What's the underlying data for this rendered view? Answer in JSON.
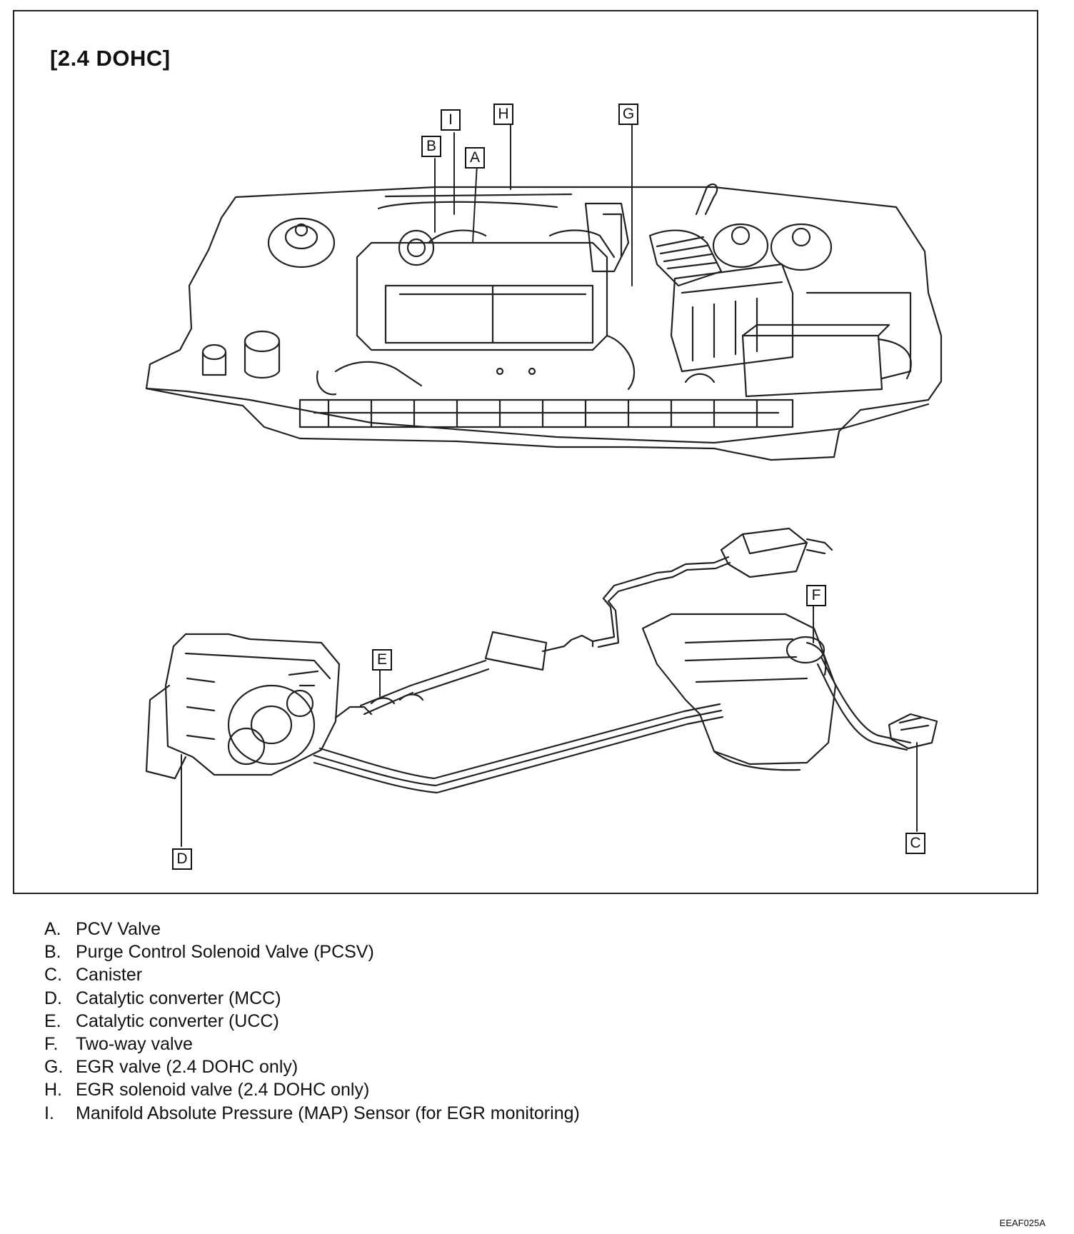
{
  "figure": {
    "title": "[2.4 DOHC]",
    "code": "EEAF025A"
  },
  "callouts": {
    "A": "A",
    "B": "B",
    "C": "C",
    "D": "D",
    "E": "E",
    "F": "F",
    "G": "G",
    "H": "H",
    "I": "I"
  },
  "legend": [
    {
      "letter": "A.",
      "text": "PCV Valve"
    },
    {
      "letter": "B.",
      "text": "Purge Control Solenoid Valve (PCSV)"
    },
    {
      "letter": "C.",
      "text": "Canister"
    },
    {
      "letter": "D.",
      "text": "Catalytic converter (MCC)"
    },
    {
      "letter": "E.",
      "text": "Catalytic converter (UCC)"
    },
    {
      "letter": "F.",
      "text": "Two-way valve"
    },
    {
      "letter": "G.",
      "text": "EGR valve (2.4 DOHC only)"
    },
    {
      "letter": "H.",
      "text": "EGR solenoid valve (2.4 DOHC only)"
    },
    {
      "letter": "I.",
      "text": "Manifold Absolute Pressure (MAP) Sensor (for EGR monitoring)"
    }
  ]
}
